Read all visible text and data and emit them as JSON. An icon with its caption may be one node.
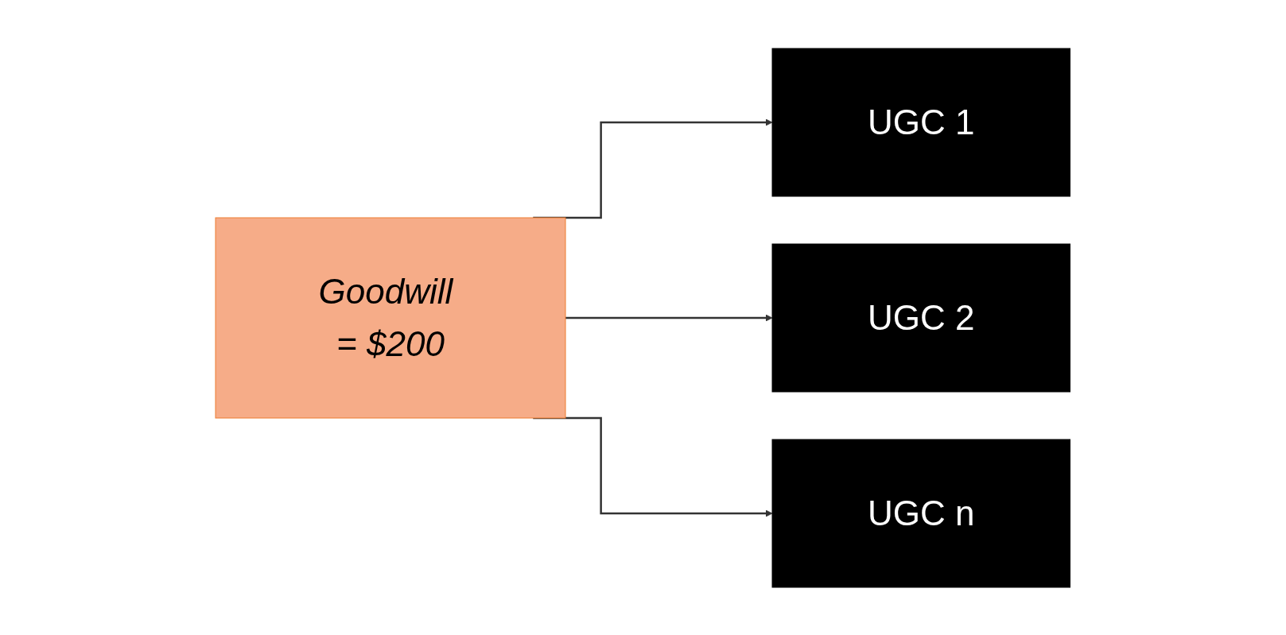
{
  "diagram": {
    "nodes": [
      {
        "text": [
          "Goodwill = $200"
        ]
      },
      {
        "text": [
          "UGC 1"
        ]
      },
      {
        "text": [
          "UGC 2"
        ]
      },
      {
        "text": [
          "UGC n"
        ]
      }
    ],
    "edges": [
      {
        "from": 0,
        "to": 1,
        "arrow": "to"
      },
      {
        "from": 0,
        "to": 2,
        "arrow": "to"
      },
      {
        "from": 0,
        "to": 3,
        "arrow": "to"
      }
    ]
  }
}
